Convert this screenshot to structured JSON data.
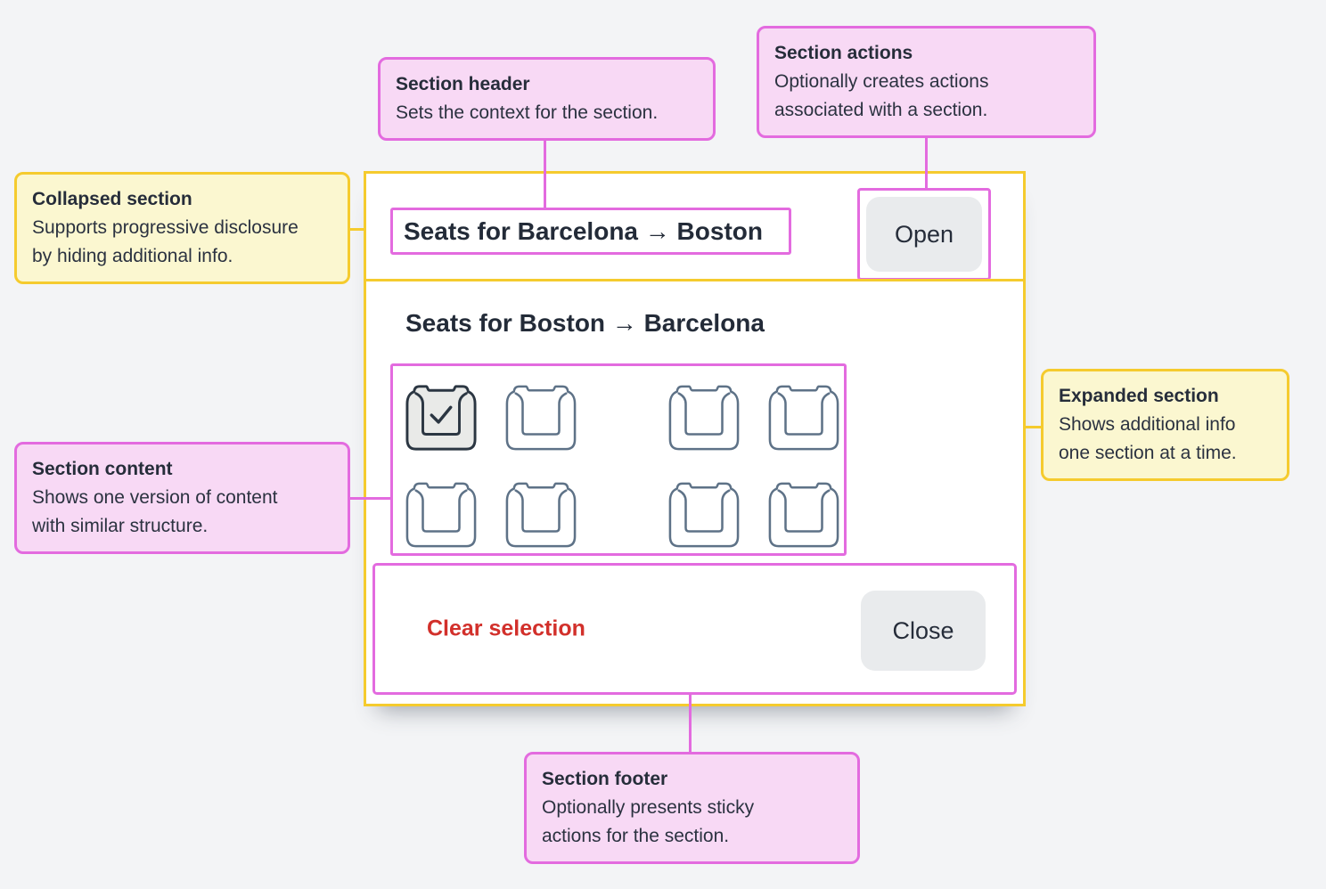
{
  "colors": {
    "page_background": "#F3F4F6",
    "panel_background": "#FFFFFF",
    "yellow_border": "#F5CB2E",
    "yellow_fill": "#FBF7D0",
    "pink_border": "#E36BDF",
    "pink_fill": "#F8D9F5",
    "text_dark": "#262D3A",
    "red_action": "#D2302B",
    "button_background": "#E9EBED",
    "seat_stroke": "#5E7287",
    "seat_selected_stroke": "#2B3642",
    "seat_selected_fill": "#E9EAE8"
  },
  "panel": {
    "collapsed_section": {
      "title": "Seats for Barcelona → Boston",
      "action_label": "Open"
    },
    "expanded_section": {
      "title": "Seats for Boston → Barcelona"
    },
    "footer": {
      "clear_label": "Clear selection",
      "close_label": "Close"
    }
  },
  "seat_map": {
    "rows": 2,
    "cols": 4,
    "aisle_after_col": 2,
    "selected_seats": [
      {
        "row": 0,
        "col": 0
      }
    ],
    "selected_icon": "check-icon"
  },
  "callouts": [
    {
      "id": "section-header",
      "theme": "pink",
      "title": "Section header",
      "body": "Sets the context for the section."
    },
    {
      "id": "section-actions",
      "theme": "pink",
      "title": "Section actions",
      "body": "Optionally creates actions\nassociated with a section."
    },
    {
      "id": "collapsed-section",
      "theme": "yellow",
      "title": "Collapsed section",
      "body": "Supports progressive disclosure\nby hiding additional info."
    },
    {
      "id": "section-content",
      "theme": "pink",
      "title": "Section content",
      "body": "Shows one version of content\nwith similar structure."
    },
    {
      "id": "expanded-section",
      "theme": "yellow",
      "title": "Expanded section",
      "body": "Shows additional info\none section at a time."
    },
    {
      "id": "section-footer",
      "theme": "pink",
      "title": "Section footer",
      "body": "Optionally presents sticky\nactions for the section."
    }
  ]
}
